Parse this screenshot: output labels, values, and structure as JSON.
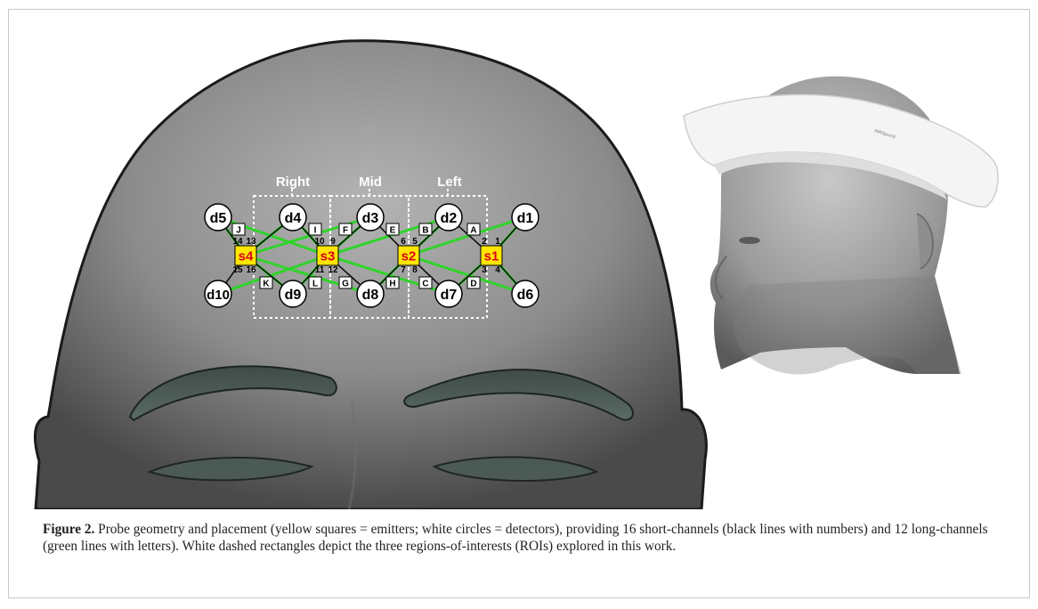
{
  "figure": {
    "roi_labels": [
      "Right",
      "Mid",
      "Left"
    ],
    "emitters": [
      "s4",
      "s3",
      "s2",
      "s1"
    ],
    "detectors_top": [
      "d5",
      "d4",
      "d3",
      "d2",
      "d1"
    ],
    "detectors_bottom": [
      "d10",
      "d9",
      "d8",
      "d7",
      "d6"
    ],
    "short_channel_numbers": [
      "14",
      "13",
      "15",
      "16",
      "10",
      "9",
      "11",
      "12",
      "6",
      "5",
      "7",
      "8",
      "2",
      "1",
      "3",
      "4"
    ],
    "long_channel_letters": [
      "J",
      "I",
      "F",
      "E",
      "B",
      "A",
      "K",
      "L",
      "G",
      "H",
      "C",
      "D"
    ],
    "device_brand_text": "NIRSport2",
    "colors": {
      "emitter_fill": "#ffe600",
      "emitter_text": "#e0001b",
      "long_channel": "#2fd42a",
      "short_channel": "#111111",
      "skin": "#8f8f8f",
      "headband": "#f4f4f4"
    }
  },
  "caption": {
    "label": "Figure 2.",
    "text": " Probe geometry and placement (yellow squares = emitters; white circles = detectors), providing 16 short-channels (black lines with numbers) and 12 long-channels (green lines with letters). White dashed rectangles depict the three regions-of-interests (ROIs) explored in this work."
  }
}
